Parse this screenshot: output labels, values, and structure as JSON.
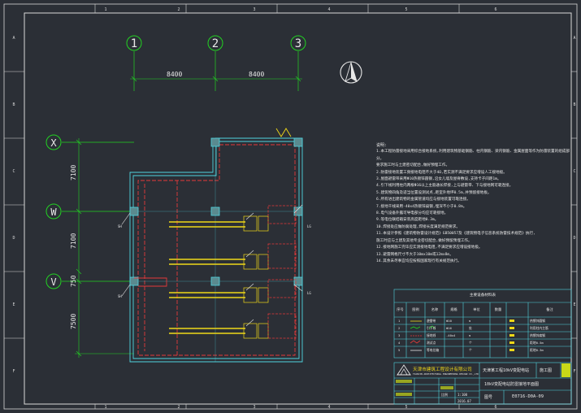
{
  "border": {
    "top_numbers": [
      "1",
      "2",
      "3",
      "4",
      "5",
      "6"
    ],
    "bottom_numbers": [
      "1",
      "2",
      "3",
      "4",
      "5",
      "6"
    ],
    "left_letters": [
      "A",
      "B",
      "C",
      "D",
      "E",
      "F"
    ],
    "right_letters": [
      "A",
      "B",
      "C",
      "D",
      "E",
      "F"
    ]
  },
  "axes": {
    "vertical": [
      "1",
      "2",
      "3"
    ],
    "horizontal": [
      "X",
      "W",
      "V"
    ]
  },
  "dimensions": {
    "top": [
      "8400",
      "8400"
    ],
    "left": [
      "7100",
      "7100",
      "750",
      "7500"
    ]
  },
  "small_labels": [
    "SH",
    "SH",
    "LG",
    "LG"
  ],
  "notes": {
    "title": "说明:",
    "lines": [
      "1.本工程防雷接地采用综合接地系统,利用建筑物基础钢筋、柱内钢筋、梁内钢筋、金属屋面等作为防雷装置的组成部分。",
      "  要求施工时与土建密切配合,做好预埋工作。",
      "2.防雷接地装置工频接地电阻不大于4Ω,若实测不满足要求应增设人工接地极。",
      "3.屋面避雷带采用Φ10热镀锌圆钢,沿女儿墙及屋脊敷设,支持卡子间距1m。",
      "4.引下线利用柱内两根Φ16以上主筋通长焊接,上与避雷带、下与接地网可靠连接。",
      "5.建筑物四角及适当位置设测试点,距室外地坪0.5m,并预留接地板。",
      "6.所有进出建筑物的金属管道均应与接地装置可靠连接。",
      "7.接地干线采用-40x4热镀锌扁钢,埋深不小于0.8m。",
      "8.电气设备外露可导电部分均应可靠接地。",
      "9.等电位联结箱安装高度距地0.3m。",
      "10.焊接处应做防腐处理,焊接长度满足规范要求。",
      "11.本设计参照《建筑物防雷设计规范》GB50057及《建筑物电子信息系统防雷技术规范》执行,",
      "   施工时应与土建及其他专业密切配合,做好预留预埋工作。",
      "12.接地网施工完毕应实测接地电阻,不满足要求应增设接地极。",
      "13.避雷网格尺寸不大于10mx10m或12mx8m。",
      "14.其余未尽事宜均应按照国家现行有关规范执行。"
    ]
  },
  "legend_table": {
    "title": "主要设备材料表",
    "headers": [
      "序号",
      "图例",
      "名称",
      "规格",
      "单位",
      "数量",
      "备注"
    ],
    "rows": [
      {
        "no": "1",
        "name": "避雷带",
        "spec": "Φ10",
        "unit": "m",
        "qty": "",
        "note": "热镀锌圆钢"
      },
      {
        "no": "2",
        "name": "引下线",
        "spec": "Φ16",
        "unit": "处",
        "qty": "",
        "note": "利用柱内主筋"
      },
      {
        "no": "3",
        "name": "接地线",
        "spec": "-40x4",
        "unit": "m",
        "qty": "",
        "note": "热镀锌扁钢"
      },
      {
        "no": "4",
        "name": "测试点",
        "spec": "",
        "unit": "个",
        "qty": "",
        "note": "距地0.5m"
      },
      {
        "no": "5",
        "name": "等电位箱",
        "spec": "",
        "unit": "个",
        "qty": "",
        "note": "距地0.3m"
      }
    ]
  },
  "title_block": {
    "company": "天津市建筑工程设计有限公司",
    "company_en": "TIANJIN ARCHITECTURAL ENGINEERING DESIGN CO.,LTD",
    "project": "天津某工程10kV变配电站",
    "drawing_title": "10kV变配电站防雷接地平面图",
    "stage": "施工图",
    "drawing_no": "E0716-D0A-09",
    "label_no": "图号",
    "label_scale": "比例",
    "scale": "1:100",
    "date": "2016.07"
  },
  "colors": {
    "background": "#2b2f36",
    "frame": "#e8e8e8",
    "axis_green": "#22d322",
    "cyan": "#4fd6e0",
    "red": "#e43a3a",
    "yellow": "#f0d818"
  }
}
